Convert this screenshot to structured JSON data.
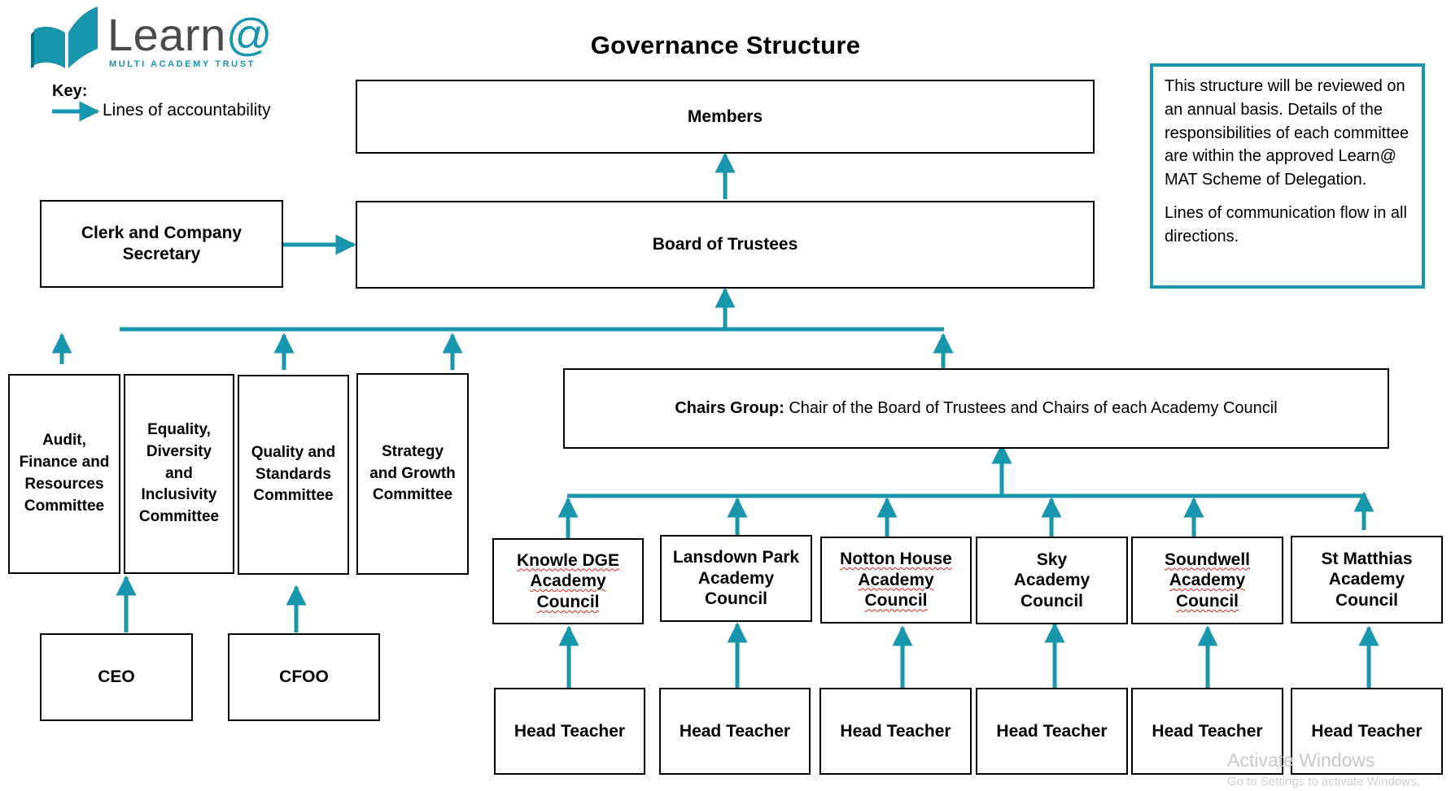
{
  "logo": {
    "word": "Learn",
    "at": "@",
    "subtitle": "MULTI ACADEMY TRUST",
    "brand_color": "#1796ad",
    "text_color": "#4a4a4a"
  },
  "title": "Governance Structure",
  "key": {
    "label": "Key:",
    "item": "Lines of accountability",
    "arrow_color": "#1796ad"
  },
  "note": {
    "p1": "This structure will be reviewed on an annual basis. Details of the responsibilities of each committee are within the approved Learn@ MAT Scheme of Delegation.",
    "p2": "Lines of communication flow in all directions."
  },
  "nodes": {
    "members": "Members",
    "board": "Board of Trustees",
    "clerk": "Clerk and Company Secretary",
    "audit": "Audit, Finance and Resources Committee",
    "equality": "Equality, Diversity and Inclusivity Committee",
    "quality": "Quality and Standards Committee",
    "strategy": "Strategy and Growth Committee",
    "chairs_bold": "Chairs Group:",
    "chairs_rest": "Chair of the Board of Trustees and Chairs of each Academy Council",
    "ceo": "CEO",
    "cfoo": "CFOO",
    "councils": [
      "Knowle DGE Academy Council",
      "Lansdown Park Academy Council",
      "Notton House Academy Council",
      "Sky Academy Council",
      "Soundwell Academy Council",
      "St Matthias Academy Council"
    ],
    "head_teacher": "Head Teacher"
  },
  "watermark": {
    "line1": "Activate Windows",
    "line2": "Go to Settings to activate Windows."
  }
}
